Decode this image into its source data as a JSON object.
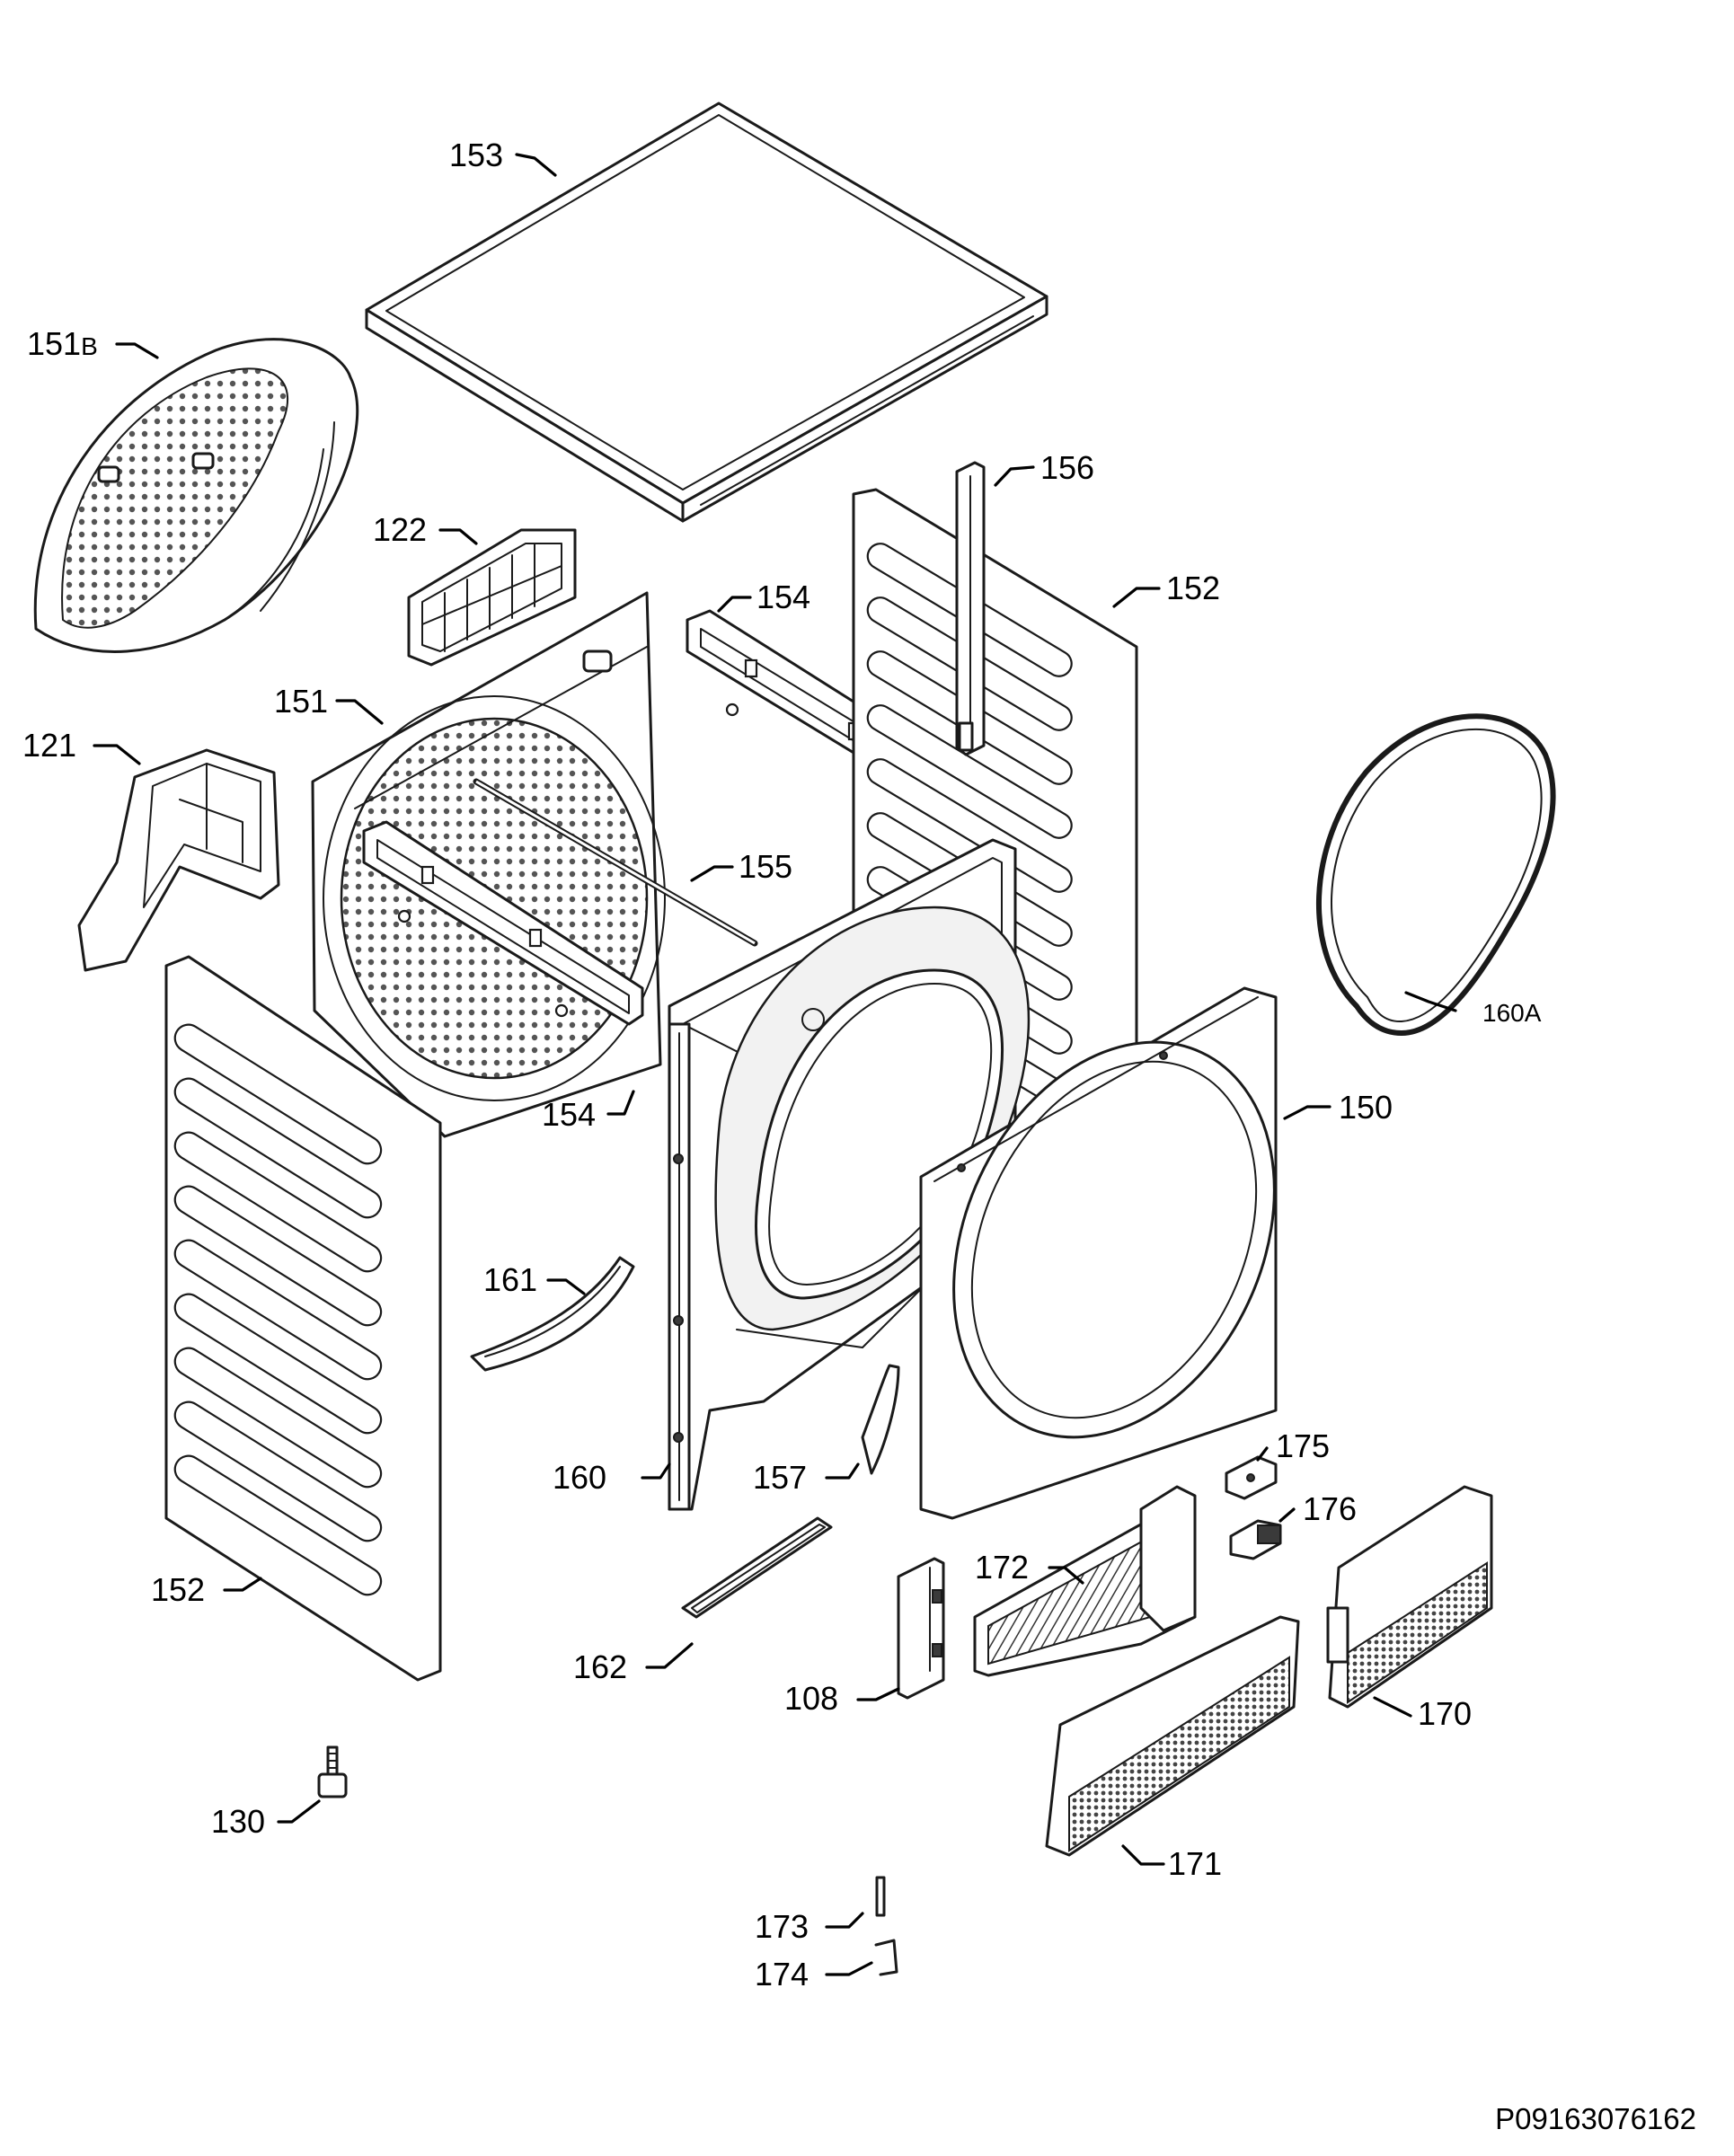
{
  "document_id": "P09163076162",
  "callouts": {
    "c153": "153",
    "c151B_num": "151",
    "c151B_suffix": "B",
    "c156": "156",
    "c122": "122",
    "c154_top": "154",
    "c152_right": "152",
    "c151": "151",
    "c121": "121",
    "c155": "155",
    "c160A": "160A",
    "c150": "150",
    "c154_bottom": "154",
    "c161": "161",
    "c160": "160",
    "c157": "157",
    "c175": "175",
    "c176": "176",
    "c172": "172",
    "c152_left": "152",
    "c162": "162",
    "c108": "108",
    "c170": "170",
    "c130": "130",
    "c171": "171",
    "c173": "173",
    "c174": "174"
  },
  "colors": {
    "line": "#1a1a1a",
    "background": "#ffffff"
  }
}
